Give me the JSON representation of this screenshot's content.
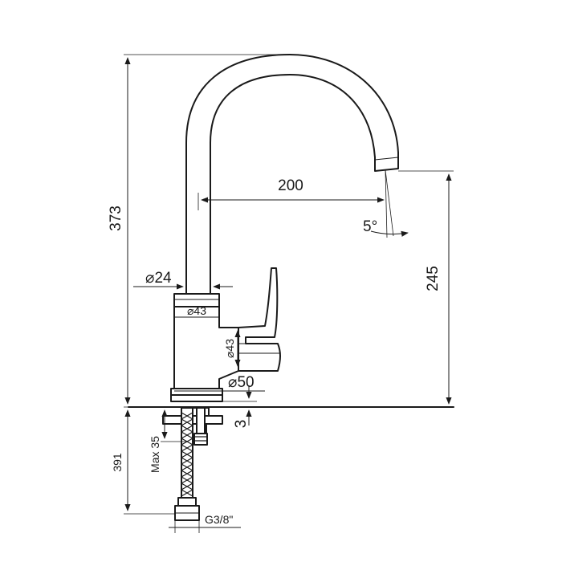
{
  "diagram": {
    "dimensions": {
      "total_height": "373",
      "reach": "200",
      "spout_height": "245",
      "spout_diameter": "⌀24",
      "collar_diameter": "⌀43",
      "body_diameter": "⌀43",
      "base_diameter": "⌀50",
      "base_thickness": "3",
      "max_deck": "Max 35",
      "hose_length": "391",
      "thread": "G3/8\"",
      "spout_angle": "5°"
    }
  }
}
